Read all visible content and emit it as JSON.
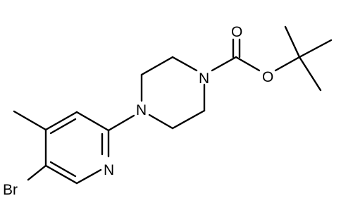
{
  "molecule": {
    "atom_labels": {
      "bromine": "Br",
      "pyridine_nitrogen": "N",
      "piperazine_nitrogen_left": "N",
      "piperazine_nitrogen_right": "N",
      "carbonyl_oxygen": "O",
      "ester_oxygen": "O"
    },
    "colors": {
      "ink": "#000000",
      "background": "#ffffff"
    }
  }
}
